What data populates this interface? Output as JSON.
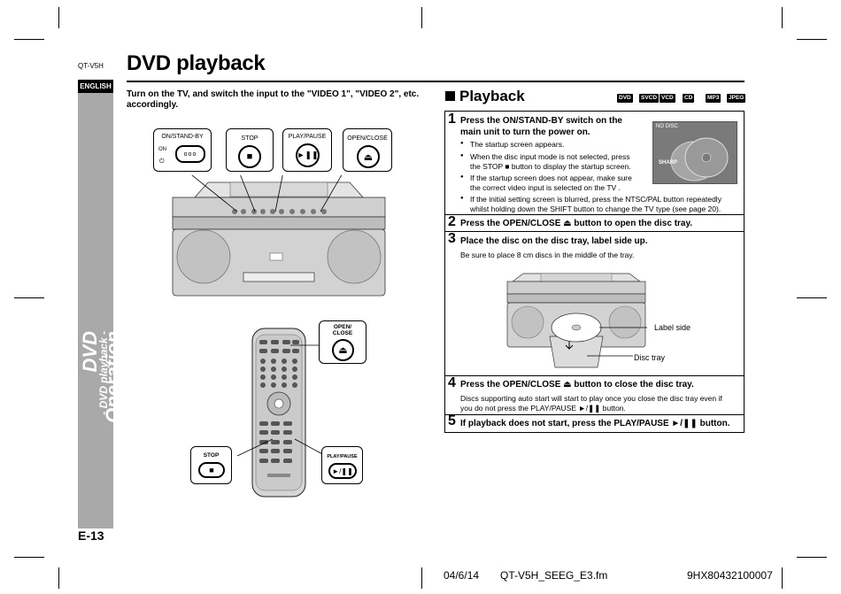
{
  "header": {
    "model": "QT-V5H",
    "title": "DVD playback",
    "language_tab": "ENGLISH"
  },
  "sidebar": {
    "section": "DVD Operation",
    "subsection": "- DVD playback -",
    "page_number": "E-13"
  },
  "intro": "Turn on the TV, and switch the input to the \"VIDEO 1\", \"VIDEO 2\", etc. accordingly.",
  "unit_buttons": {
    "on_standby": "ON/STAND-BY",
    "on_label": "ON",
    "stop": "STOP",
    "play_pause": "PLAY/PAUSE",
    "open_close": "OPEN/CLOSE"
  },
  "remote_buttons": {
    "open_close_l1": "OPEN/",
    "open_close_l2": "CLOSE",
    "stop": "STOP",
    "play_pause": "PLAY/PAUSE"
  },
  "playback": {
    "heading": "Playback",
    "formats": [
      "DVD",
      "SVCD",
      "VCD",
      "CD",
      "MP3",
      "JPEG"
    ],
    "screen_text": "NO DISC",
    "step1": {
      "num": "1",
      "title_l1": "Press the ON/STAND-BY switch on the",
      "title_l2": "main unit to turn the power on.",
      "bullet1": "The startup screen appears.",
      "bullet2_l1": "When the disc input mode is not selected, press",
      "bullet2_l2": "the STOP ■ button to display the startup screen.",
      "bullet3_l1": "If the startup screen does not appear, make sure",
      "bullet3_l2": "the correct video input is selected on the TV .",
      "bullet4_l1": "If the initial setting screen is blurred, press the NTSC/PAL button repeatedly",
      "bullet4_l2": "whilst holding down the SHIFT button to change the TV type (see page 20)."
    },
    "step2": {
      "num": "2",
      "title": "Press the OPEN/CLOSE ⏏ button to open the disc tray."
    },
    "step3": {
      "num": "3",
      "title": "Place the disc on the disc tray, label side up.",
      "body": "Be sure to place 8 cm discs in the middle of the tray.",
      "label_side": "Label side",
      "disc_tray": "Disc tray"
    },
    "step4": {
      "num": "4",
      "title": "Press the OPEN/CLOSE ⏏ button to close the disc tray.",
      "body_l1": "Discs supporting auto start will start to play once you close the disc tray even if",
      "body_l2": "you do not press the PLAY/PAUSE ►/❚❚ button."
    },
    "step5": {
      "num": "5",
      "title": "If playback does not start, press the PLAY/PAUSE ►/❚❚ button."
    }
  },
  "footer": {
    "date": "04/6/14",
    "file": "QT-V5H_SEEG_E3.fm",
    "code": "9HX80432100007"
  },
  "icons": [
    "stop-icon",
    "play-pause-icon",
    "eject-icon",
    "power-icon"
  ]
}
